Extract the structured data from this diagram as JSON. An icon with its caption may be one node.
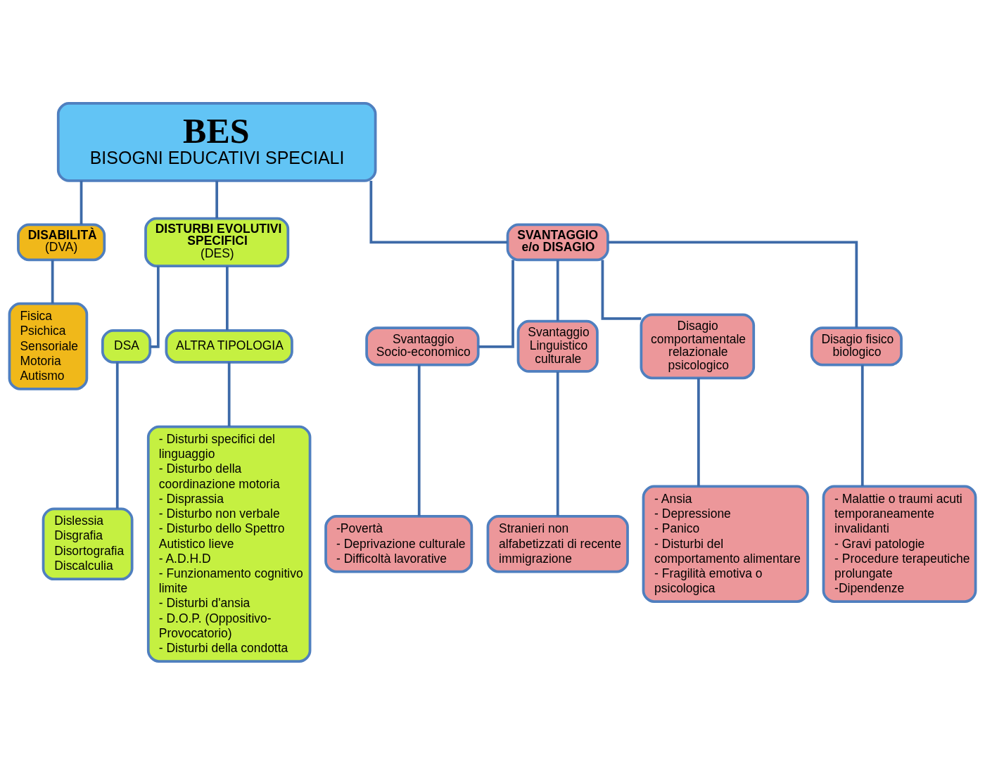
{
  "diagram": {
    "nodes": [
      {
        "text": [
          "BES",
          "BISOGNI EDUCATIVI SPECIALI"
        ]
      },
      {
        "text": [
          "DISABILITÀ",
          "(DVA)"
        ]
      },
      {
        "text": [
          "DISTURBI EVOLUTIVI SPECIFICI",
          "(DES)"
        ]
      },
      {
        "text": [
          "SVANTAGGIO e/o DISAGIO"
        ]
      },
      {
        "text": [
          "DSA"
        ]
      },
      {
        "text": [
          "ALTRA TIPOLOGIA"
        ]
      },
      {
        "text": [
          "Svantaggio Socio-economico"
        ]
      },
      {
        "text": [
          "Svantaggio Linguistico culturale"
        ]
      },
      {
        "text": [
          "Disagio comportamentale relazionale psicologico"
        ]
      },
      {
        "text": [
          "Disagio fisico biologico"
        ]
      },
      {
        "text": [
          "Fisica",
          "Psichica",
          "Sensoriale",
          "Motoria",
          "Autismo"
        ]
      },
      {
        "text": [
          "Dislessia",
          "Disgrafia",
          "Disortografia",
          "Discalculia"
        ]
      },
      {
        "text": [
          "- Disturbi specifici del linguaggio",
          "- Disturbo della coordinazione motoria",
          "- Disprassia",
          "- Disturbo non verbale",
          "- Disturbo dello Spettro Autistico lieve",
          "- A.D.H.D",
          "- Funzionamento cognitivo limite",
          "- Disturbi d'ansia",
          "- D.O.P. (Oppositivo-Provocatorio)",
          "- Disturbi della condotta"
        ]
      },
      {
        "text": [
          "-Povertà",
          "- Deprivazione culturale",
          "- Difficoltà lavorative"
        ]
      },
      {
        "text": [
          "Stranieri non alfabetizzati di recente immigrazione"
        ]
      },
      {
        "text": [
          "- Ansia",
          "- Depressione",
          "- Panico",
          "- Disturbi del comportamento alimentare",
          "- Fragilità emotiva o psicologica"
        ]
      },
      {
        "text": [
          "- Malattie o traumi acuti temporaneamente invalidanti",
          "- Gravi patologie",
          "- Procedure terapeutiche prolungate",
          "-Dipendenze"
        ]
      }
    ],
    "edges": [
      {
        "from": 0,
        "to": 1,
        "arrow": "none"
      },
      {
        "from": 0,
        "to": 2,
        "arrow": "none"
      },
      {
        "from": 0,
        "to": 3,
        "arrow": "none"
      },
      {
        "from": 1,
        "to": 10,
        "arrow": "none"
      },
      {
        "from": 2,
        "to": 4,
        "arrow": "none"
      },
      {
        "from": 2,
        "to": 5,
        "arrow": "none"
      },
      {
        "from": 4,
        "to": 11,
        "arrow": "none"
      },
      {
        "from": 5,
        "to": 12,
        "arrow": "none"
      },
      {
        "from": 3,
        "to": 6,
        "arrow": "none"
      },
      {
        "from": 3,
        "to": 7,
        "arrow": "none"
      },
      {
        "from": 3,
        "to": 8,
        "arrow": "none"
      },
      {
        "from": 3,
        "to": 9,
        "arrow": "none"
      },
      {
        "from": 6,
        "to": 13,
        "arrow": "none"
      },
      {
        "from": 7,
        "to": 14,
        "arrow": "none"
      },
      {
        "from": 8,
        "to": 15,
        "arrow": "none"
      },
      {
        "from": 9,
        "to": 16,
        "arrow": "none"
      }
    ]
  }
}
